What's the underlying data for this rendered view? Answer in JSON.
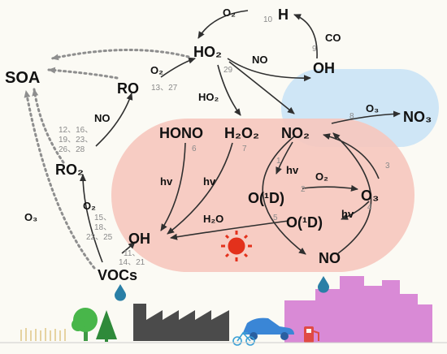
{
  "species": {
    "soa": "SOA",
    "h": "H",
    "ho2": "HO₂",
    "oh_top": "OH",
    "ro": "RO",
    "ro2": "RO₂",
    "hono": "HONO",
    "h2o2": "H₂O₂",
    "no2": "NO₂",
    "no3": "NO₃",
    "o1d_a": "O(¹D)",
    "o1d_b": "O(¹D)",
    "o3_right": "O₃",
    "oh_bottom": "OH",
    "no": "NO",
    "vocs": "VOCs"
  },
  "reactants": {
    "o2_top": "O₂",
    "co": "CO",
    "o2_ro": "O₂",
    "no_ho2": "NO",
    "ho2_h2o2": "HO₂",
    "no_ro": "NO",
    "o3_night": "O₃",
    "hv_hono": "hv",
    "hv_h2o2": "hv",
    "hv_no2": "hv",
    "o2_o3": "O₂",
    "hv_o3": "hv",
    "h2o": "H₂O",
    "o2_vocs": "O₂",
    "o3_soa": "O₃"
  },
  "reaction_numbers": {
    "r10": "10",
    "r9": "9",
    "r29": "29",
    "r13_27": "13、27",
    "r12_28": [
      "12、16、",
      "19、23、",
      "26、28"
    ],
    "r8": "8",
    "r6": "6",
    "r7": "7",
    "r1": "1",
    "r2": "2",
    "r3": "3",
    "r4": "4",
    "r5": "5",
    "r15_25": [
      "15、",
      "18、",
      "22、25"
    ],
    "r11_21": [
      "11、",
      "14、21"
    ]
  },
  "colors": {
    "background": "#fbfaf4",
    "daytime_region": "#f6c8be",
    "night_region": "#cfe6f6",
    "arrow": "#2f2f2f",
    "dotted_arrow": "#8e8e8e",
    "moon": "#1d2a9c",
    "sun": "#e3311c",
    "factory": "#4b4b4b",
    "city": "#d98ad6",
    "tree": "#48b64a",
    "emission_drop": "#2a7fa6"
  },
  "icons": [
    "moon-icon",
    "sun-icon",
    "factory-icon",
    "city-icon",
    "tree-icon",
    "car-icon",
    "bicycle-icon",
    "fuel-pump-icon",
    "emission-drop-icon",
    "grass-icon"
  ]
}
